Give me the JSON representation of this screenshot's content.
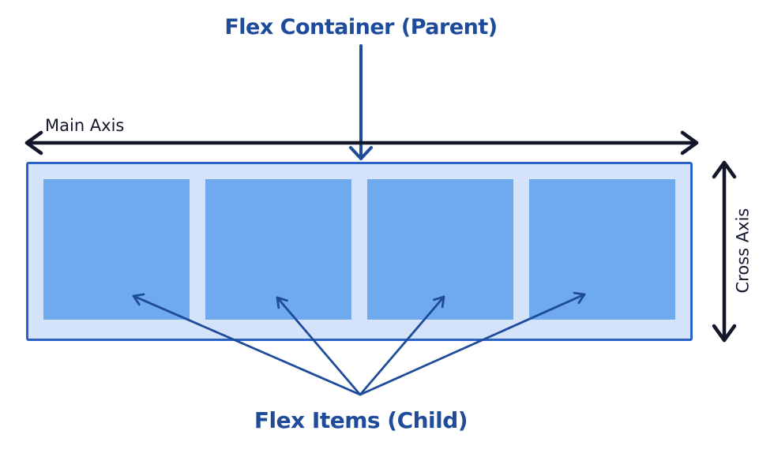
{
  "title": "Flex Container (Parent)",
  "axes": {
    "main_label": "Main Axis",
    "cross_label": "Cross Axis"
  },
  "items_label": "Flex Items (Child)",
  "container": {
    "item_count": 4
  },
  "colors": {
    "heading": "#1e4b9a",
    "arrow_blue": "#1e4b9a",
    "ink": "#12172a",
    "container_fill": "#d5e3fa",
    "container_border": "#2a62c5",
    "item_fill": "#6fa9f0"
  }
}
